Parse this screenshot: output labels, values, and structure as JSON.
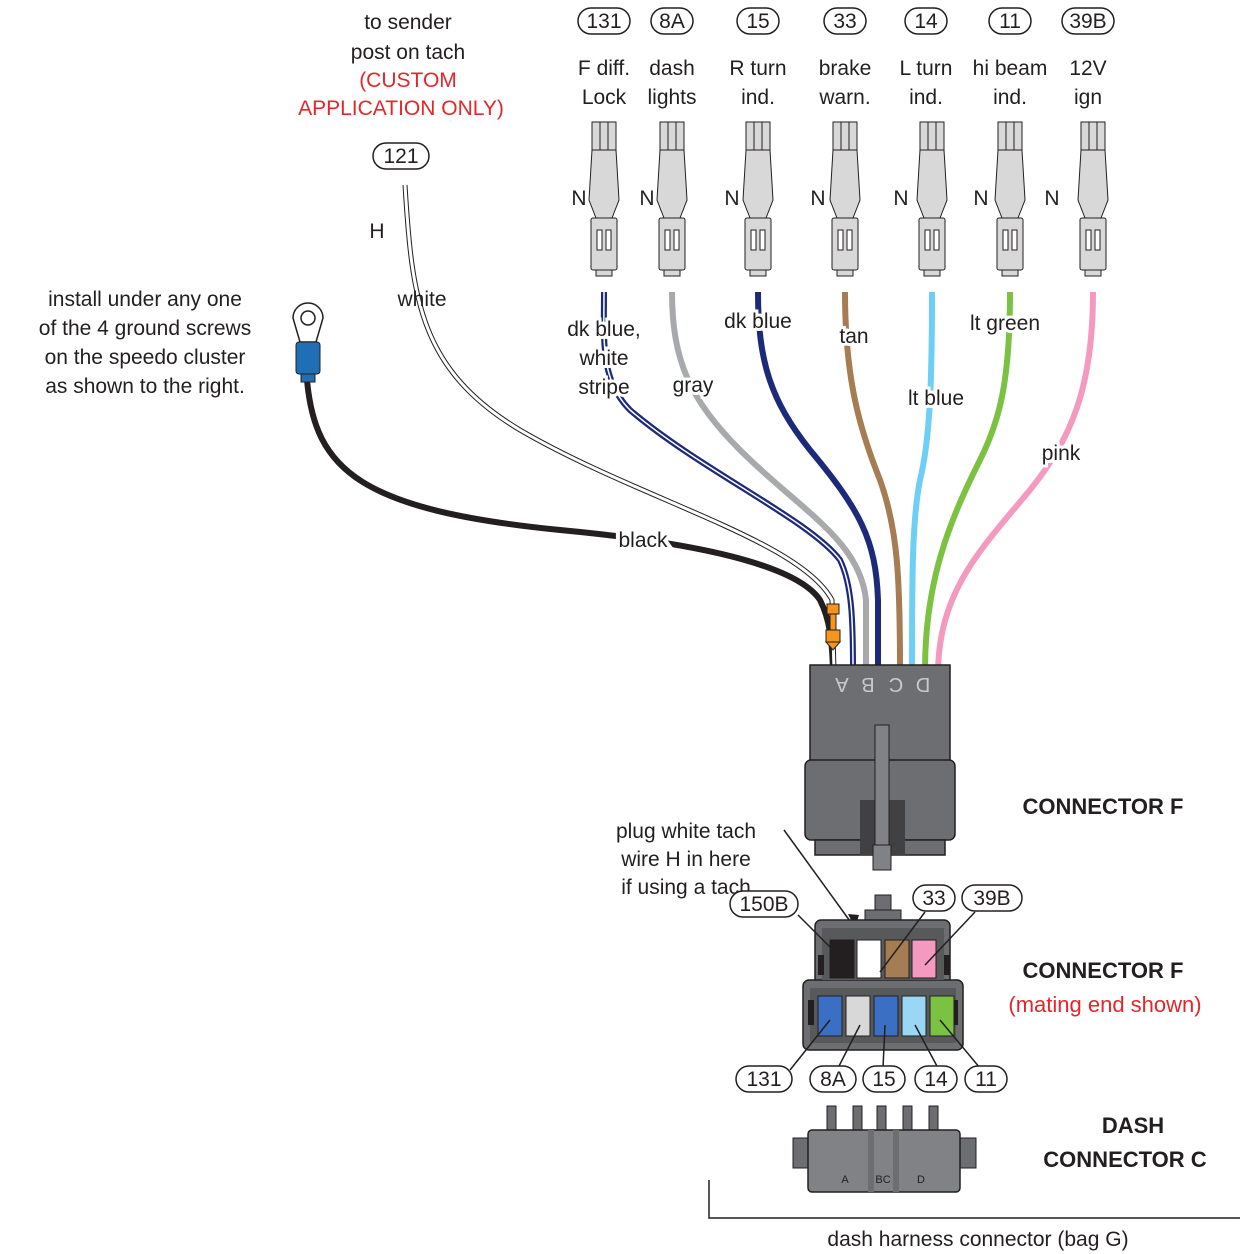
{
  "colors": {
    "connector_body": "#6d6e71",
    "connector_dark": "#414042",
    "terminal_fill": "#d8d8d8",
    "label_red": "#e3262a",
    "text": "#231f20"
  },
  "sender": {
    "line1": "to sender",
    "line2": "post on tach",
    "red_line1": "(CUSTOM",
    "red_line2": "APPLICATION ONLY)",
    "circuit": "121",
    "wire_letter": "H",
    "wire_color": "white"
  },
  "ground": {
    "line1": "install under any one",
    "line2": "of the 4 ground screws",
    "line3": "on the speedo cluster",
    "line4": "as shown to the right.",
    "wire_color": "black"
  },
  "terminal_letter": "N",
  "wires": [
    {
      "circuit": "131",
      "label1": "F diff.",
      "label2": "Lock",
      "color_line1": "dk blue,",
      "color_line2": "white",
      "color_line3": "stripe",
      "hex": "#1d2a7a"
    },
    {
      "circuit": "8A",
      "label1": "dash",
      "label2": "lights",
      "color_line1": "gray",
      "hex": "#a7a9ac"
    },
    {
      "circuit": "15",
      "label1": "R turn",
      "label2": "ind.",
      "color_line1": "dk blue",
      "hex": "#1d2a7a"
    },
    {
      "circuit": "33",
      "label1": "brake",
      "label2": "warn.",
      "color_line1": "tan",
      "hex": "#a67c52"
    },
    {
      "circuit": "14",
      "label1": "L turn",
      "label2": "ind.",
      "color_line1": "lt blue",
      "hex": "#6dcff6"
    },
    {
      "circuit": "11",
      "label1": "hi beam",
      "label2": "ind.",
      "color_line1": "lt green",
      "hex": "#7cc242"
    },
    {
      "circuit": "39B",
      "label1": "12V",
      "label2": "ign",
      "color_line1": "pink",
      "hex": "#f49ac1"
    }
  ],
  "connector_f_pins": [
    "A",
    "B",
    "C",
    "D"
  ],
  "connector_f_title": "CONNECTOR F",
  "tach_note": {
    "line1": "plug white tach",
    "line2": "wire H in here",
    "line3": "if using a tach"
  },
  "mating": {
    "title": "CONNECTOR F",
    "subtitle": "(mating end shown)",
    "top_circuits": [
      "150B",
      "33",
      "39B"
    ],
    "bottom_circuits": [
      "131",
      "8A",
      "15",
      "14",
      "11"
    ],
    "top_cavity_colors": [
      "#231f20",
      "#ffffff",
      "#a67c52",
      "#f49ac1"
    ],
    "bottom_cavity_colors": [
      "#3a6fc4",
      "#d8d8d8",
      "#3a6fc4",
      "#9ad7f5",
      "#7cc242"
    ]
  },
  "dash_connector": {
    "title1": "DASH",
    "title2": "CONNECTOR C",
    "pin_a": "A",
    "pin_bc": "BC",
    "pin_d": "D"
  },
  "footer": "dash harness connector (bag G)"
}
